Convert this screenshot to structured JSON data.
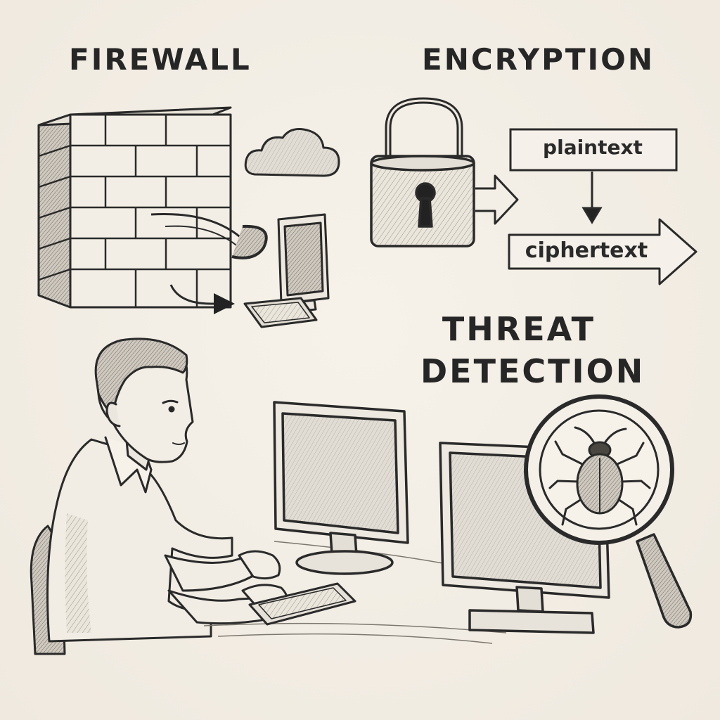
{
  "headings": {
    "firewall": "FIREWALL",
    "encryption": "ENCRYPTION",
    "threat_line1": "THREAT",
    "threat_line2": "DETECTION"
  },
  "encryption_flow": {
    "input_label": "plaintext",
    "output_label": "ciphertext"
  },
  "icons": [
    "brick-wall-icon",
    "cloud-icon",
    "padlock-icon",
    "bug-icon",
    "magnifying-glass-icon"
  ],
  "colors": {
    "paper": "#f3efe7",
    "ink": "#262626",
    "shading": "#d9d4cb"
  }
}
